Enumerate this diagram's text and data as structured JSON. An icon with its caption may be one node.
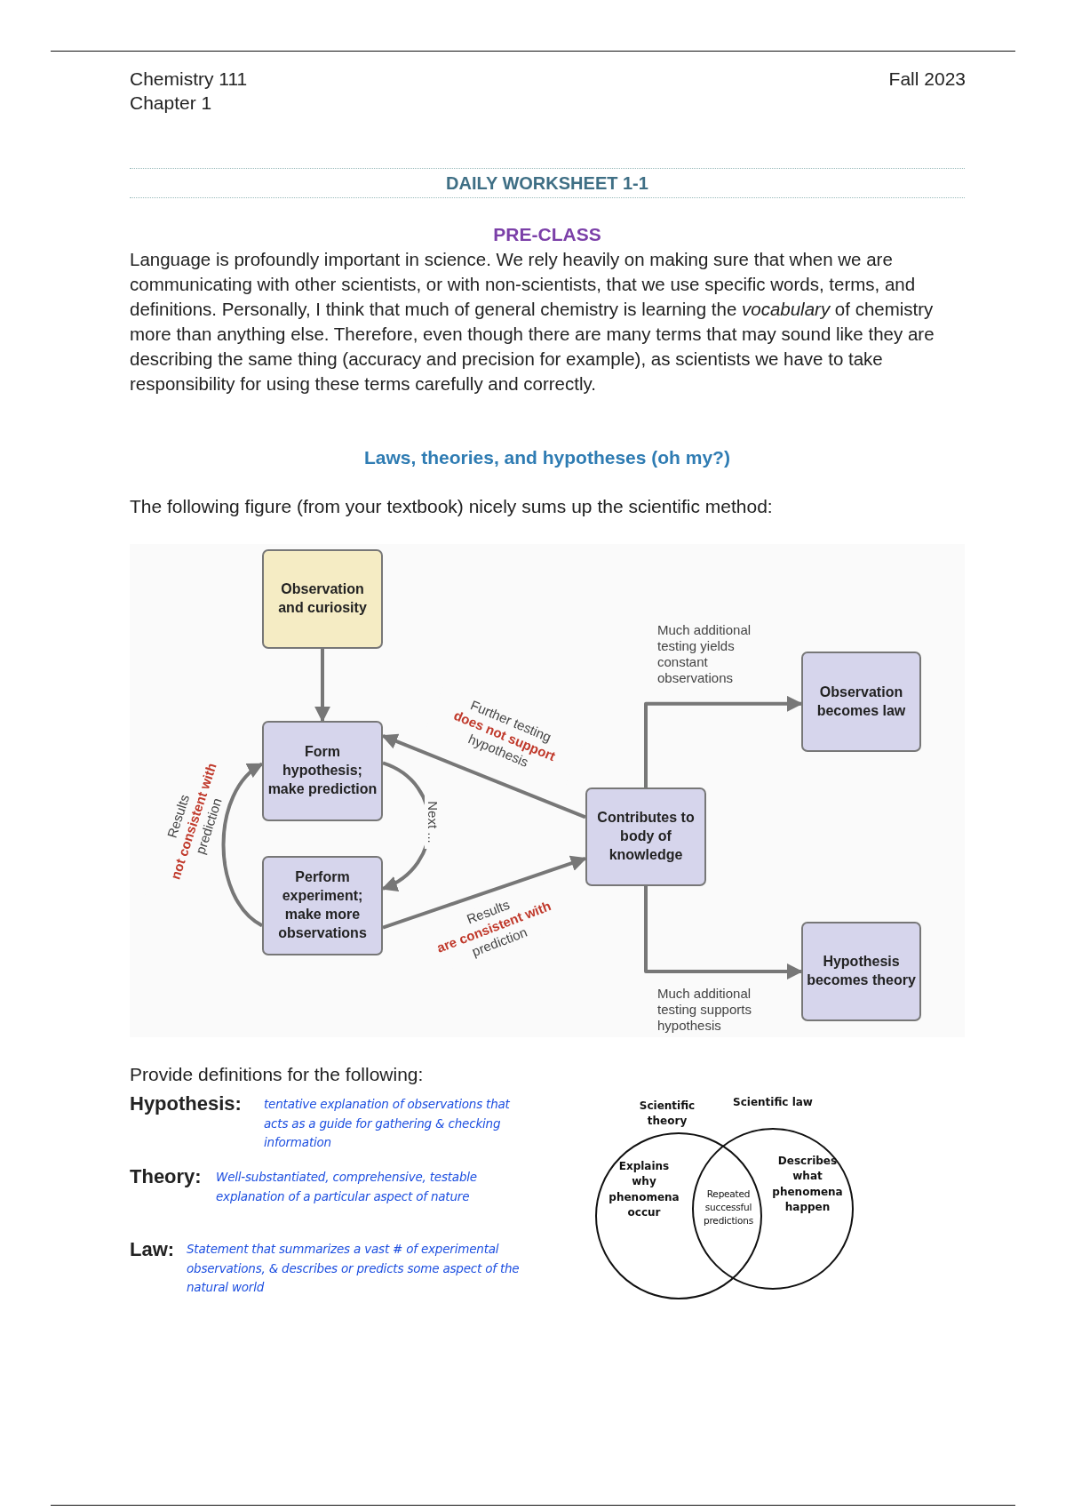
{
  "diagram": {
    "title": "DAILY WORKSHEET 1-1",
    "nodes": [
      {
        "text": [
          "Observation and curiosity"
        ]
      },
      {
        "text": [
          "Form hypothesis; make prediction"
        ]
      },
      {
        "text": [
          "Perform experiment; make more observations"
        ]
      },
      {
        "text": [
          "Contributes to body of knowledge"
        ]
      },
      {
        "text": [
          "Observation becomes law"
        ]
      },
      {
        "text": [
          "Hypothesis becomes theory"
        ]
      },
      {
        "text": [
          "Scientific theory",
          "Explains why phenomena occur"
        ]
      },
      {
        "text": [
          "Scientific law",
          "Describes what phenomena happen"
        ]
      }
    ],
    "edges": [
      {
        "from": 0,
        "to": 1,
        "arrow": "to"
      },
      {
        "from": 1,
        "to": 2,
        "arrow": "to",
        "label": "Next ..."
      },
      {
        "from": 2,
        "to": 1,
        "arrow": "to",
        "label": "Results **not consistent with** prediction"
      },
      {
        "from": 3,
        "to": 1,
        "arrow": "to",
        "label": "Further testing **does not support** hypothesis"
      },
      {
        "from": 2,
        "to": 3,
        "arrow": "to",
        "label": "Results **are consistent with** prediction"
      },
      {
        "from": 3,
        "to": 4,
        "arrow": "to",
        "label": "Much additional testing yields constant observations"
      },
      {
        "from": 3,
        "to": 5,
        "arrow": "to",
        "label": "Much additional testing supports hypothesis"
      }
    ],
    "labels": [
      "Chemistry 111",
      "Chapter 1",
      "Fall 2023",
      "PRE-CLASS",
      "Language is profoundly important in science. We rely heavily on making sure that when we are communicating with other scientists, or with non-scientists, that we use specific words, terms, and definitions. Personally, I think that much of general chemistry is learning the *vocabulary* of chemistry more than anything else. Therefore, even though there are many terms that may sound like they are describing the same thing (accuracy and precision for example), as scientists we have to take responsibility for using these terms carefully and correctly.",
      "Laws, theories, and hypotheses (oh my?)",
      "The following figure (from your textbook) nicely sums up the scientific method:",
      "Provide definitions for the following:",
      "Hypothesis:",
      "tentative explanation of observations that acts as a guide for gathering & checking information",
      "Theory:",
      "Well-substantiated, comprehensive, testable explanation of a particular aspect of nature",
      "Law:",
      "Statement that summarizes a vast # of experimental observations, & describes or predicts some aspect of the natural world",
      "Repeated successful predictions"
    ]
  }
}
